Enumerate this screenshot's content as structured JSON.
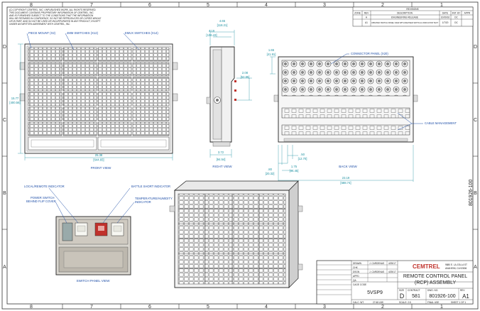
{
  "copyright_notice": [
    "(C) COPYRIGHT CEMTREL, INC. UNPUBLISHED WORK. ALL RIGHTS RESERVED.",
    "THIS DOCUMENT CONTAINS PROPRIETARY INFORMATION OF CEMTREL, INC.",
    "AND IS FURNISHED SUBJECT TO THE CONDITIONS THAT THE INFORMATION",
    "WILL BE RETAINED IN CONFIDENCE, SO NOT BE REPRODUCED OR COPIED WHOLE",
    "OR IN PART, AND SO NOT BE USED OR INCORPORATED IN ANY PRODUCT, EXCEPT",
    "UNDER AN WRITTEN AGREEMENT WITH CEMTREL, INC."
  ],
  "grid": {
    "top_numbers": [
      "8",
      "7",
      "6",
      "5",
      "4",
      "3",
      "2",
      "1"
    ],
    "side_letters": [
      "D",
      "C",
      "B",
      "A"
    ]
  },
  "revisions": {
    "title": "REVISIONS",
    "headers": [
      "ZONE",
      "REV",
      "DESCRIPTION",
      "DATE",
      "INIT. BY",
      "APPR"
    ],
    "rows": [
      [
        "",
        "A",
        "ENGINEERING RELEASE",
        "10/09/16",
        "DC",
        ""
      ],
      [
        "",
        "A1",
        "UPDATED SWITCH PANEL VIEW WITH REVISED SWITCH & INDICATOR TEXT",
        "1/7/20",
        "DC",
        ""
      ]
    ]
  },
  "front_view": {
    "label": "FRONT VIEW",
    "callouts": {
      "piece_mount": "PIECE MOUNT (X2)",
      "4mm_switches": "4MM SWITCHES (X12)",
      "emux_switches": "EMUX SWITCHES (X14)"
    },
    "dims": {
      "width": "25.38",
      "width_mm": "[644.65]",
      "height": "15.77",
      "height_mm": "[400.56]"
    }
  },
  "right_view": {
    "label": "RIGHT VIEW",
    "dims": {
      "top_a": "4.65",
      "top_a_mm": "[118.21]",
      "top_b": "4.19",
      "top_b_mm": "[106.43]",
      "mid": "2.08",
      "mid_mm": "[52.85]",
      "bottom": "3.72",
      "bottom_mm": "[94.54]"
    }
  },
  "back_view": {
    "label": "BACK VIEW",
    "callouts": {
      "connector_panel": "CONNECTOR PANEL (X20)",
      "cable_management": "CABLE MANAGEMENT"
    },
    "dims": {
      "top": "1.65",
      "top_mm": "[41.91]",
      "a": ".50",
      "a_mm": "[12.70]",
      "b": ".80",
      "b_mm": "[20.32]",
      "c": "1.75",
      "c_mm": "[44.45]",
      "width": "23.19",
      "width_mm": "[588.74]"
    }
  },
  "switch_panel": {
    "label": "SWITCH PANEL VIEW",
    "callouts": {
      "local_remote": "LOCAL/REMOTE INDICATOR",
      "battle_short": "BATTLE SHORT INDICATOR",
      "power_switch_1": "POWER SWITCH",
      "power_switch_2": "BEHIND FLIP COVER",
      "temp_1": "TEMPERATURE/HUMIDITY",
      "temp_2": "INDICATOR"
    }
  },
  "title_block": {
    "company_logo": "CEMTREL",
    "company_address_1": "9880 E. LA JOLLA ST",
    "company_address_2": "ANAHEIM, CA 92806",
    "title_1": "REMOTE CONTROL PANEL",
    "title_2": "(RCP) ASSEMBLY",
    "size_label": "SIZE",
    "size": "D",
    "cage_label": "CAGE CODE",
    "cage_code": "5VSP9",
    "contract_label": "CONTRACT",
    "contract": "581",
    "dwg_label": "DWG. NO.",
    "dwg_no": "801926-100",
    "rev_label": "REV",
    "rev": "A1",
    "drawn_label": "DRAWN",
    "drawn_by": "J. CARDENAS",
    "drawn_date": "4/25/17",
    "design_label": "DSGN",
    "design_by": "J. CARDENAS",
    "design_date": "4/25/17",
    "chk_label": "CHK",
    "appd_label": "APPD",
    "scale_label": "SCALE: 2:5",
    "final_use": "FINAL USE",
    "file": "FILE: 801926-100.SLDDRW",
    "sheet": "SHEET 1 OF 1",
    "calc_wt": "CALC. WT.",
    "wt_value": "27.68 LBS",
    "qa": "QA"
  },
  "side_stamp": "801926-100"
}
